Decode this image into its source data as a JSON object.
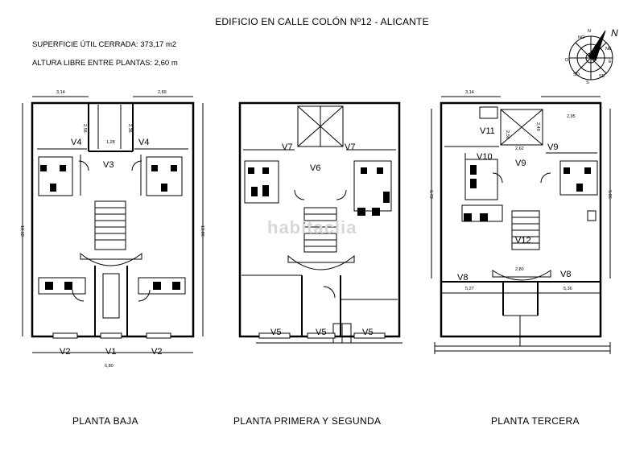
{
  "header": {
    "title": "EDIFICIO EN CALLE COLÓN  Nº12 - ALICANTE",
    "surface": "SUPERFICIE ÚTIL CERRADA: 373,17 m2",
    "height": "ALTURA LIBRE ENTRE PLANTAS:  2,60 m"
  },
  "watermark": "habitaclia",
  "compass": {
    "north": "N",
    "sectors": [
      "N",
      "NE",
      "E",
      "SE",
      "S",
      "SO",
      "O",
      "NO"
    ]
  },
  "plans": {
    "ground": {
      "label": "PLANTA BAJA",
      "tags": {
        "v4_left": "V4",
        "v4_right": "V4",
        "v3": "V3",
        "v2_left": "V2",
        "v1": "V1",
        "v2_right": "V2"
      },
      "dims": {
        "top_left": "3,14",
        "top_right": "2,89",
        "left_side": "10,12",
        "right_side": "13,86",
        "bottom": "6,80",
        "shaft_a": "2,56",
        "shaft_b": "2,36",
        "shaft_c": "1,28"
      }
    },
    "first": {
      "label": "PLANTA PRIMERA Y SEGUNDA",
      "tags": {
        "v7_left": "V7",
        "v6": "V6",
        "v7_right": "V7",
        "v5_left": "V5",
        "v5_mid": "V5",
        "v5_right": "V5"
      }
    },
    "third": {
      "label": "PLANTA TERCERA",
      "tags": {
        "v11": "V11",
        "v10": "V10",
        "v9a": "V9",
        "v9b": "V9",
        "v12": "V12",
        "v8_left": "V8",
        "v8_right": "V8"
      },
      "dims": {
        "top": "3,14",
        "top_right": "2,95",
        "left_side": "9,73",
        "right_side": "9,86",
        "shaft_a": "2,56",
        "shaft_b": "2,49",
        "shaft_c": "2,62",
        "left_bottom": "5,27",
        "right_bottom": "5,36",
        "stair": "2,80"
      }
    }
  }
}
